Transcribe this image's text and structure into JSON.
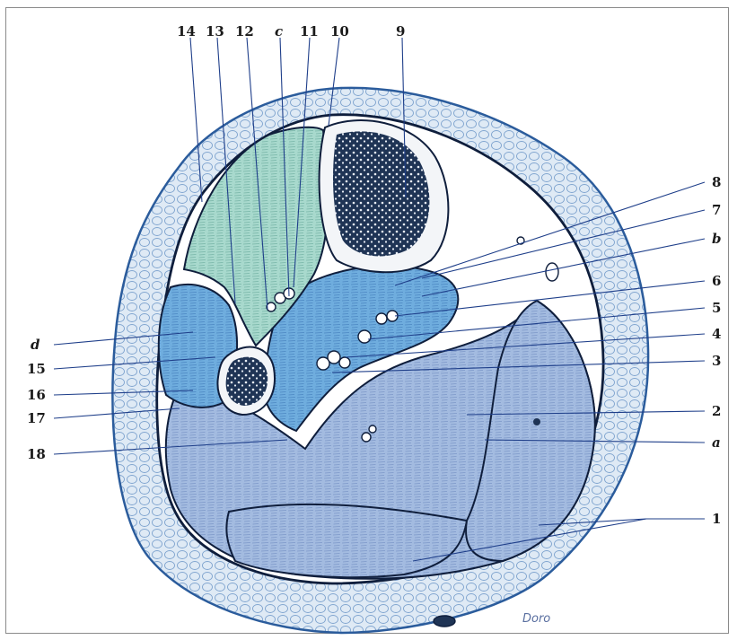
{
  "labels": {
    "n14": "14",
    "n13": "13",
    "n12": "12",
    "c": "c",
    "n11": "11",
    "n10": "10",
    "n9": "9",
    "n8": "8",
    "n7": "7",
    "b": "b",
    "n6": "6",
    "n5": "5",
    "n4": "4",
    "n3": "3",
    "n2": "2",
    "a": "a",
    "n1": "1",
    "d": "d",
    "n15": "15",
    "n16": "16",
    "n17": "17",
    "n18": "18"
  },
  "signature": "Doro",
  "colors": {
    "skin": "#aecbe4",
    "subcutaneous": "#dfeaf5",
    "posterior_muscle": "#9fb6dd",
    "deep_posterior_muscle": "#6aa8dc",
    "anterior_muscle": "#a6d8cc",
    "lateral_muscle": "#6aa8dc",
    "bone_cortex": "#f3f5f8",
    "bone_marrow": "#1f3455",
    "fascia": "#0f1e3c"
  }
}
